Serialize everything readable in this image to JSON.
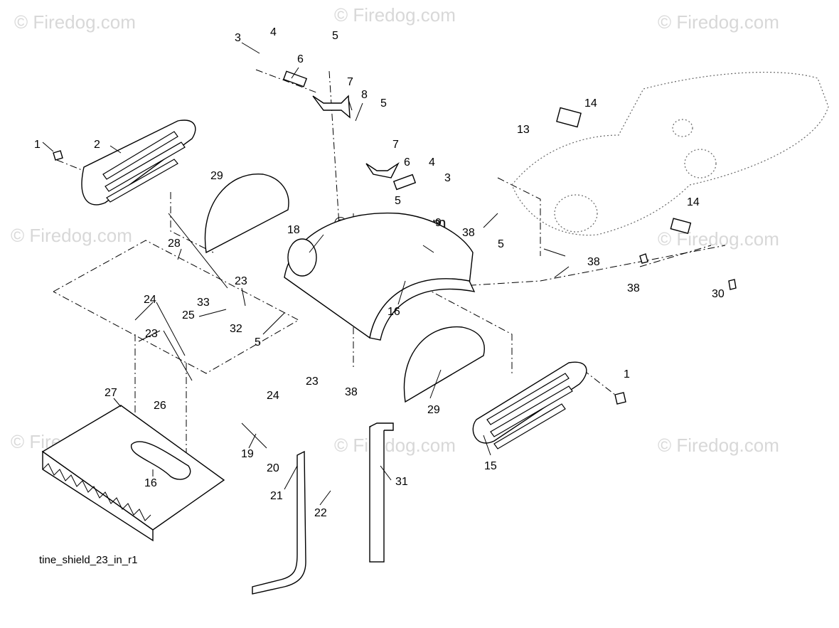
{
  "watermark": "© Firedog.com",
  "caption": "tine_shield_23_in_r1",
  "callouts": [
    {
      "id": "c1a",
      "text": "1"
    },
    {
      "id": "c2",
      "text": "2"
    },
    {
      "id": "c3a",
      "text": "3"
    },
    {
      "id": "c4a",
      "text": "4"
    },
    {
      "id": "c5a",
      "text": "5"
    },
    {
      "id": "c6a",
      "text": "6"
    },
    {
      "id": "c7a",
      "text": "7"
    },
    {
      "id": "c8",
      "text": "8"
    },
    {
      "id": "c5b",
      "text": "5"
    },
    {
      "id": "c7b",
      "text": "7"
    },
    {
      "id": "c6b",
      "text": "6"
    },
    {
      "id": "c4b",
      "text": "4"
    },
    {
      "id": "c3b",
      "text": "3"
    },
    {
      "id": "c14a",
      "text": "14"
    },
    {
      "id": "c13",
      "text": "13"
    },
    {
      "id": "c14b",
      "text": "14"
    },
    {
      "id": "c29a",
      "text": "29"
    },
    {
      "id": "c5c",
      "text": "5"
    },
    {
      "id": "c9",
      "text": "9"
    },
    {
      "id": "c38a",
      "text": "38"
    },
    {
      "id": "c18",
      "text": "18"
    },
    {
      "id": "c28",
      "text": "28"
    },
    {
      "id": "c5d",
      "text": "5"
    },
    {
      "id": "c38b",
      "text": "38"
    },
    {
      "id": "c38c",
      "text": "38"
    },
    {
      "id": "c30",
      "text": "30"
    },
    {
      "id": "c23a",
      "text": "23"
    },
    {
      "id": "c33",
      "text": "33"
    },
    {
      "id": "c24a",
      "text": "24"
    },
    {
      "id": "c25",
      "text": "25"
    },
    {
      "id": "c32",
      "text": "32"
    },
    {
      "id": "c5e",
      "text": "5"
    },
    {
      "id": "c16a",
      "text": "16"
    },
    {
      "id": "c23b",
      "text": "23"
    },
    {
      "id": "c1b",
      "text": "1"
    },
    {
      "id": "c24b",
      "text": "24"
    },
    {
      "id": "c23c",
      "text": "23"
    },
    {
      "id": "c38d",
      "text": "38"
    },
    {
      "id": "c27",
      "text": "27"
    },
    {
      "id": "c26",
      "text": "26"
    },
    {
      "id": "c29b",
      "text": "29"
    },
    {
      "id": "c15",
      "text": "15"
    },
    {
      "id": "c19",
      "text": "19"
    },
    {
      "id": "c20",
      "text": "20"
    },
    {
      "id": "c31",
      "text": "31"
    },
    {
      "id": "c16b",
      "text": "16"
    },
    {
      "id": "c21",
      "text": "21"
    },
    {
      "id": "c22",
      "text": "22"
    }
  ]
}
